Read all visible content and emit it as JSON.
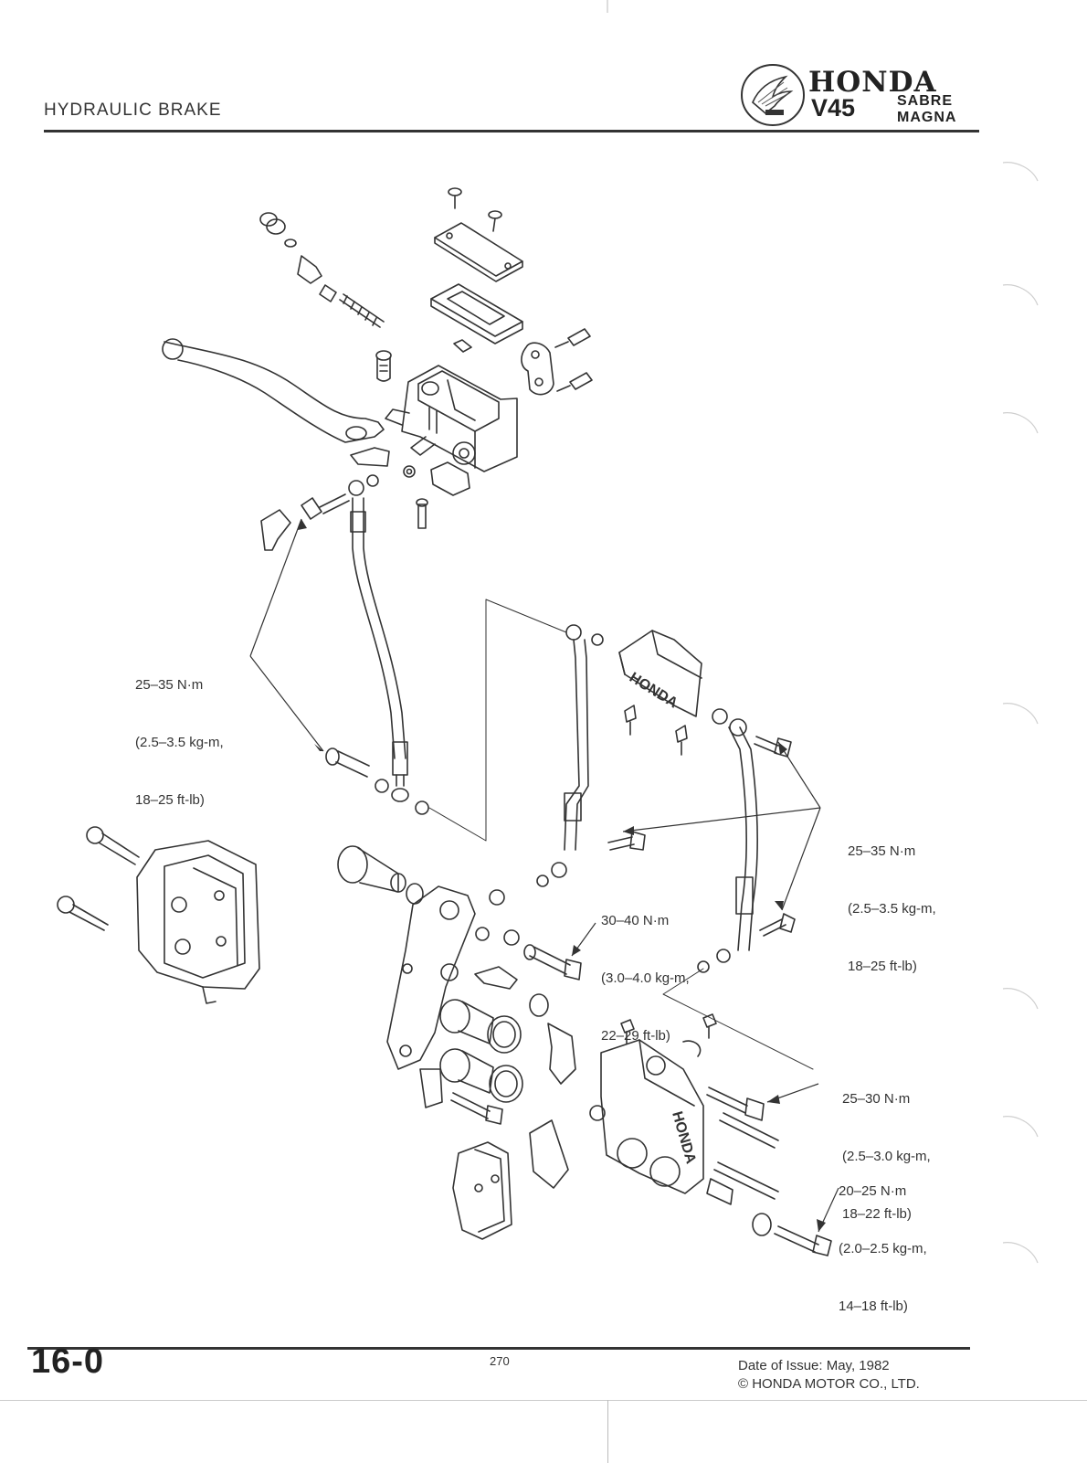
{
  "header": {
    "section_title": "HYDRAULIC BRAKE",
    "brand": "HONDA",
    "model": "V45",
    "variant_line1": "SABRE",
    "variant_line2": "MAGNA"
  },
  "torque_specs": [
    {
      "nm": "25–35 N·m",
      "kgm": "(2.5–3.5 kg-m,",
      "ftlb": "18–25 ft-lb)"
    },
    {
      "nm": "25–35 N·m",
      "kgm": "(2.5–3.5 kg-m,",
      "ftlb": "18–25 ft-lb)"
    },
    {
      "nm": "30–40 N·m",
      "kgm": "(3.0–4.0 kg-m,",
      "ftlb": "22–29 ft-lb)"
    },
    {
      "nm": "25–30 N·m",
      "kgm": "(2.5–3.0 kg-m,",
      "ftlb": "18–22 ft-lb)"
    },
    {
      "nm": "20–25 N·m",
      "kgm": "(2.0–2.5 kg-m,",
      "ftlb": "14–18 ft-lb)"
    }
  ],
  "diagram_labels": {
    "caliper_stamp": "HONDA",
    "guard_stamp": "HONDA"
  },
  "footer": {
    "page_code": "16-0",
    "page_number": "270",
    "issue_date": "Date of Issue: May, 1982",
    "copyright": "© HONDA MOTOR CO., LTD."
  }
}
